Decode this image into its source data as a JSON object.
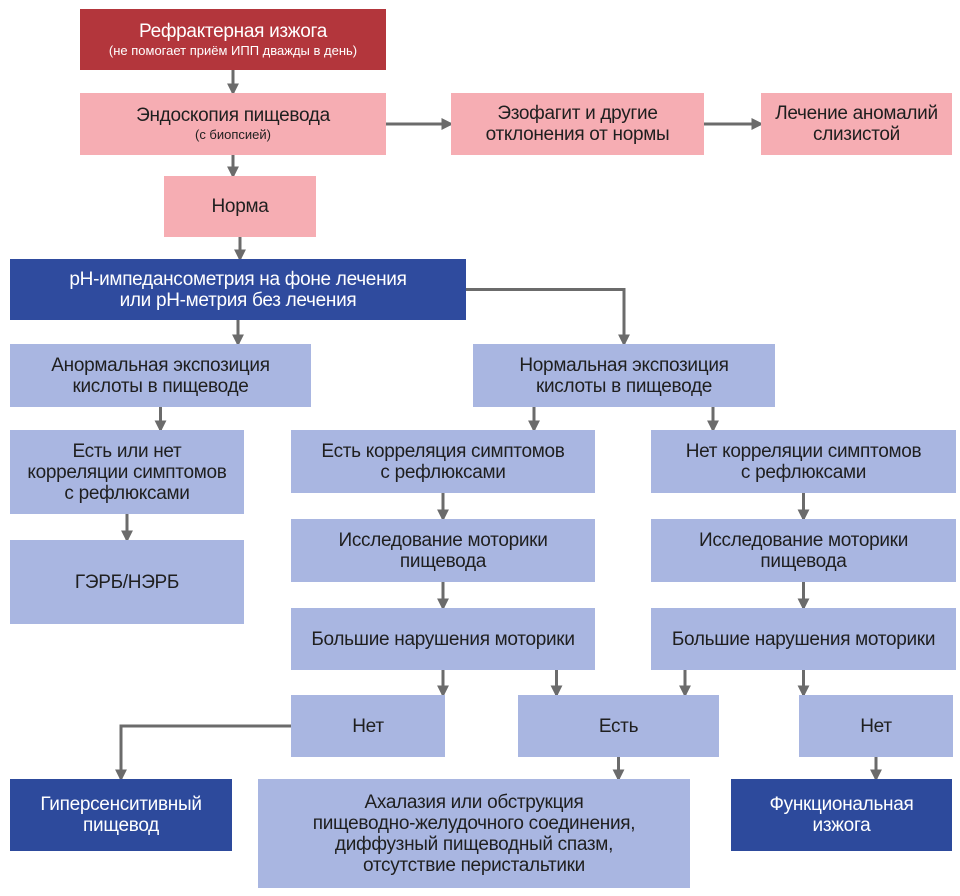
{
  "colors": {
    "dark_red": "#b3363c",
    "pink": "#f6adb3",
    "navy": "#2f4b9e",
    "lavender": "#a9b6e1",
    "arrow": "#6b6b6b"
  },
  "nodes": {
    "refractory": {
      "title": "Рефрактерная изжога",
      "subtitle": "(не помогает приём ИПП дважды в день)"
    },
    "endoscopy": {
      "title": "Эндоскопия пищевода",
      "subtitle": "(с биопсией)"
    },
    "esophagitis": {
      "text": "Эзофагит и другие\nотклонения от нормы"
    },
    "treatment": {
      "text": "Лечение аномалий\nслизистой"
    },
    "norm": {
      "text": "Норма"
    },
    "ph_test": {
      "text": "pH-импедансометрия на фоне лечения\nили pH-метрия без лечения"
    },
    "abnormal": {
      "text": "Анормальная экспозиция\nкислоты в пищеводе"
    },
    "normal": {
      "text": "Нормальная экспозиция\nкислоты в пищеводе"
    },
    "correlation_any": {
      "text": "Есть или нет\nкорреляции симптомов\nс рефлюксами"
    },
    "gerd": {
      "text": "ГЭРБ/НЭРБ"
    },
    "corr_yes": {
      "text": "Есть корреляция симптомов\nс рефлюксами"
    },
    "corr_no": {
      "text": "Нет корреляции симптомов\nс рефлюксами"
    },
    "motility_left": {
      "text": "Исследование моторики пищевода"
    },
    "motility_right": {
      "text": "Исследование моторики пищевода"
    },
    "major_left": {
      "text": "Большие нарушения моторики"
    },
    "major_right": {
      "text": "Большие нарушения моторики"
    },
    "no_left": {
      "text": "Нет"
    },
    "yes_mid": {
      "text": "Есть"
    },
    "no_right": {
      "text": "Нет"
    },
    "hypersensitive": {
      "text": "Гиперсенситивный\nпищевод"
    },
    "achalasia": {
      "text": "Ахалазия или обструкция\nпищеводно-желудочного соединения,\nдиффузный пищеводный спазм,\nотсутствие перистальтики"
    },
    "functional": {
      "text": "Функциональная\nизжога"
    }
  },
  "edges": [
    [
      "refractory",
      "endoscopy"
    ],
    [
      "endoscopy",
      "esophagitis"
    ],
    [
      "esophagitis",
      "treatment"
    ],
    [
      "endoscopy",
      "norm"
    ],
    [
      "norm",
      "ph_test"
    ],
    [
      "ph_test",
      "abnormal"
    ],
    [
      "ph_test",
      "normal"
    ],
    [
      "abnormal",
      "correlation_any"
    ],
    [
      "correlation_any",
      "gerd"
    ],
    [
      "normal",
      "corr_yes"
    ],
    [
      "normal",
      "corr_no"
    ],
    [
      "corr_yes",
      "motility_left"
    ],
    [
      "corr_no",
      "motility_right"
    ],
    [
      "motility_left",
      "major_left"
    ],
    [
      "motility_right",
      "major_right"
    ],
    [
      "major_left",
      "no_left"
    ],
    [
      "major_left",
      "yes_mid"
    ],
    [
      "major_right",
      "yes_mid"
    ],
    [
      "major_right",
      "no_right"
    ],
    [
      "no_left",
      "hypersensitive"
    ],
    [
      "yes_mid",
      "achalasia"
    ],
    [
      "no_right",
      "functional"
    ]
  ]
}
